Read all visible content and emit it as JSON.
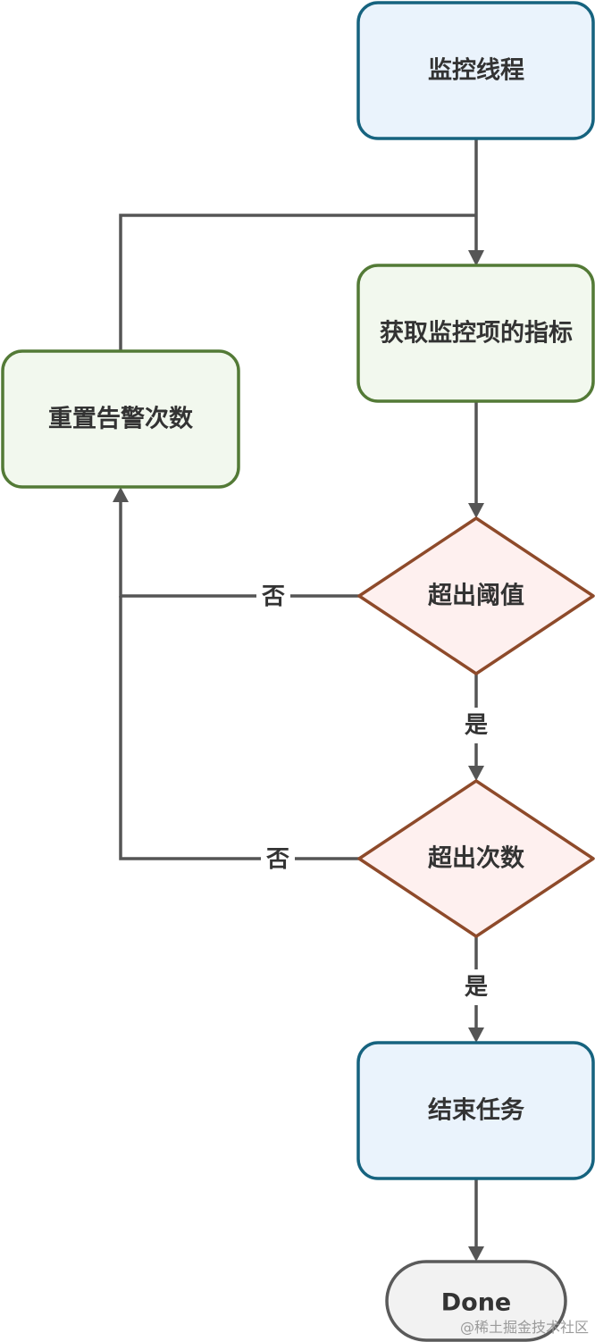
{
  "nodes": {
    "monitor_thread": {
      "label": "监控线程"
    },
    "get_metrics": {
      "label": "获取监控项的指标"
    },
    "reset_count": {
      "label": "重置告警次数"
    },
    "exceed_threshold": {
      "label": "超出阈值"
    },
    "exceed_count": {
      "label": "超出次数"
    },
    "end_task": {
      "label": "结束任务"
    },
    "done": {
      "label": "Done"
    }
  },
  "edges": {
    "threshold_no": "否",
    "threshold_yes": "是",
    "count_no": "否",
    "count_yes": "是"
  },
  "colors": {
    "blue_stroke": "#16637F",
    "blue_fill": "#EAF3FC",
    "green_stroke": "#537A36",
    "green_fill": "#F2F8EE",
    "red_stroke": "#8E4A2A",
    "red_fill": "#FEF0EF",
    "gray_stroke": "#5A5A5A",
    "gray_fill": "#F2F2F2",
    "edge": "#555555"
  },
  "watermark": "@稀土掘金技术社区"
}
